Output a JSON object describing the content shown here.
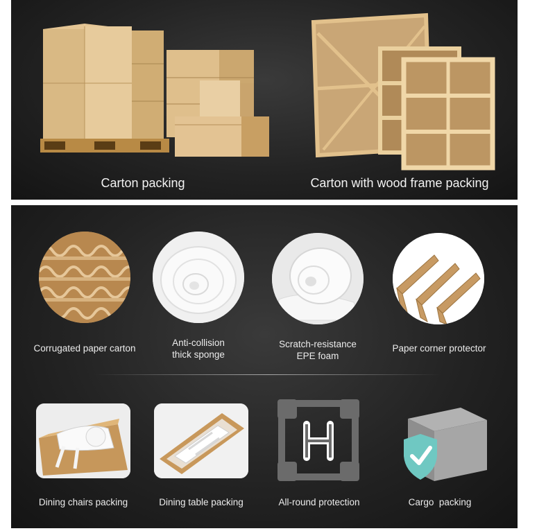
{
  "top_panel": {
    "items": [
      {
        "caption": "Carton packing",
        "icon": "stacked-cartons-pallet-icon"
      },
      {
        "caption": "Carton with wood frame packing",
        "icon": "wood-frame-crate-icon"
      }
    ]
  },
  "materials": [
    {
      "caption": "Corrugated paper carton",
      "icon": "corrugated-cardboard-icon"
    },
    {
      "caption_line1": "Anti-collision",
      "caption_line2": "thick sponge",
      "icon": "sponge-roll-icon"
    },
    {
      "caption_line1": "Scratch-resistance",
      "caption_line2": "EPE foam",
      "icon": "epe-foam-roll-icon"
    },
    {
      "caption": "Paper corner protector",
      "icon": "paper-corner-protector-icon"
    }
  ],
  "packing_types": [
    {
      "caption": "Dining chairs packing",
      "icon": "chair-in-box-icon"
    },
    {
      "caption": "Dining table packing",
      "icon": "table-in-box-icon"
    },
    {
      "caption": "All-round protection",
      "icon": "all-round-protection-icon"
    },
    {
      "caption": "Cargo  packing",
      "icon": "cargo-box-shield-icon"
    }
  ],
  "colors": {
    "panel_bg": "#232323",
    "cardboard": "#d2b184",
    "wood": "#e6c48e",
    "foam_white": "#f4f4f4",
    "shield_teal": "#6fc8c2",
    "grey_frame": "#6b6b6b"
  }
}
